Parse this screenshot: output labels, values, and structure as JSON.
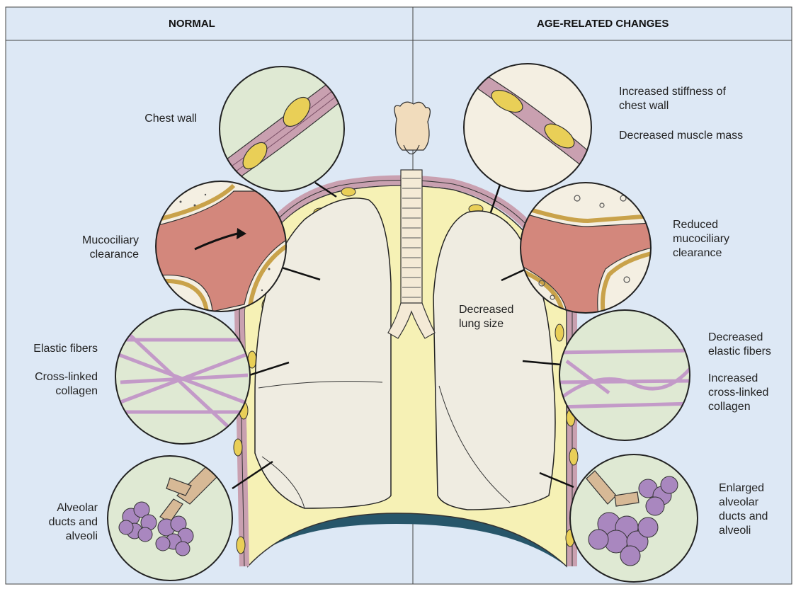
{
  "headers": {
    "left": "NORMAL",
    "right": "AGE-RELATED CHANGES"
  },
  "labels": {
    "chest_wall": "Chest wall",
    "mucociliary": "Mucociliary\nclearance",
    "elastic_fibers": "Elastic fibers",
    "cross_linked": "Cross-linked\ncollagen",
    "alveolar": "Alveolar\nducts and\nalveoli",
    "stiffness": "Increased stiffness of\nchest wall",
    "muscle_mass": "Decreased muscle mass",
    "reduced_muco": "Reduced\nmucociliary\nclearance",
    "lung_size": "Decreased\nlung size",
    "dec_elastic": "Decreased\nelastic fibers",
    "inc_cross": "Increased\ncross-linked\ncollagen",
    "enlarged": "Enlarged\nalveolar\nducts and\nalveoli"
  },
  "colors": {
    "background": "#dde8f5",
    "circle_fill": "#dfe9d3",
    "lung": "#efece1",
    "mediastinum": "#f6f1b5",
    "tissue_pink": "#c9a0b0",
    "fiber": "#c39ac8",
    "cell_yellow": "#e9cf57",
    "mucus_red": "#d3877c",
    "alveoli": "#a987bf",
    "bone": "#f1dcbc"
  }
}
